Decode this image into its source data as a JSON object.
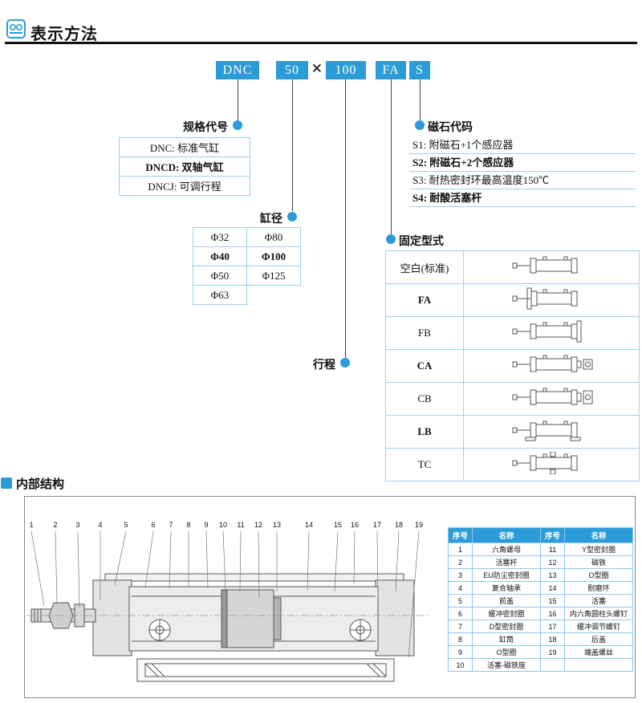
{
  "colors": {
    "accent": "#2b9cd8",
    "table_border": "#9ad3ee"
  },
  "icons": {
    "brand_logo": "blue-emblem",
    "section_marker": "blue-square"
  },
  "header": {
    "title": "表示方法"
  },
  "model_code": {
    "prefix": "DNC",
    "bore": "50",
    "separator": "×",
    "stroke": "100",
    "mount": "FA",
    "magnet": "S"
  },
  "spec_code": {
    "label": "规格代号",
    "rows": [
      "DNC: 标准气缸",
      "DNCD: 双轴气缸",
      "DNCJ: 可调行程"
    ]
  },
  "magnet_code": {
    "label": "磁石代码",
    "rows": [
      "S1: 附磁石+1个感应器",
      "S2: 附磁石+2个感应器",
      "S3: 耐热密封环最高温度150℃",
      "S4: 耐酸活塞杆"
    ]
  },
  "bore": {
    "label": "缸径",
    "rows": [
      [
        "Φ32",
        "Φ80"
      ],
      [
        "Φ40",
        "Φ100"
      ],
      [
        "Φ50",
        "Φ125"
      ],
      [
        "Φ63",
        ""
      ]
    ]
  },
  "stroke": {
    "label": "行程"
  },
  "mounting": {
    "label": "固定型式",
    "types": [
      "空白(标准)",
      "FA",
      "FB",
      "CA",
      "CB",
      "LB",
      "TC"
    ]
  },
  "internal": {
    "title": "内部结构",
    "callouts": [
      "1",
      "2",
      "3",
      "4",
      "5",
      "6",
      "7",
      "8",
      "9",
      "10",
      "11",
      "12",
      "13",
      "14",
      "15",
      "16",
      "17",
      "18",
      "19"
    ],
    "parts_table": {
      "headers": [
        "序号",
        "名称",
        "序号",
        "名称"
      ],
      "rows": [
        [
          "1",
          "六角螺母",
          "11",
          "Y型密封圈"
        ],
        [
          "2",
          "活塞杆",
          "12",
          "磁铁"
        ],
        [
          "3",
          "EU防尘密封圈",
          "13",
          "O型圈"
        ],
        [
          "4",
          "复合轴承",
          "14",
          "耐磨环"
        ],
        [
          "5",
          "前盖",
          "15",
          "活塞"
        ],
        [
          "6",
          "缓冲密封圈",
          "16",
          "内六角圆柱头螺钉"
        ],
        [
          "7",
          "D型密封圈",
          "17",
          "缓冲调节螺钉"
        ],
        [
          "8",
          "缸筒",
          "18",
          "后盖"
        ],
        [
          "9",
          "O型圈",
          "19",
          "端盖螺丝"
        ],
        [
          "10",
          "活塞-磁铁座",
          "",
          ""
        ]
      ]
    }
  }
}
